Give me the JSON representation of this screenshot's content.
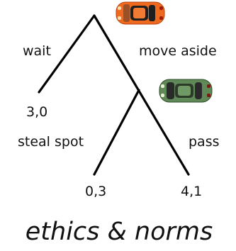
{
  "tree": {
    "root": {
      "player_icon": "orange-car-icon",
      "player_color": "#ee6a1e",
      "actions": {
        "left": "wait",
        "right": "move aside"
      }
    },
    "leaf_wait": {
      "payoff": "3,0"
    },
    "node_2": {
      "player_icon": "green-car-icon",
      "player_color": "#5e8a58",
      "actions": {
        "left": "steal spot",
        "right": "pass"
      }
    },
    "leaf_steal": {
      "payoff": "0,3"
    },
    "leaf_pass": {
      "payoff": "4,1"
    }
  },
  "caption": "ethics & norms"
}
